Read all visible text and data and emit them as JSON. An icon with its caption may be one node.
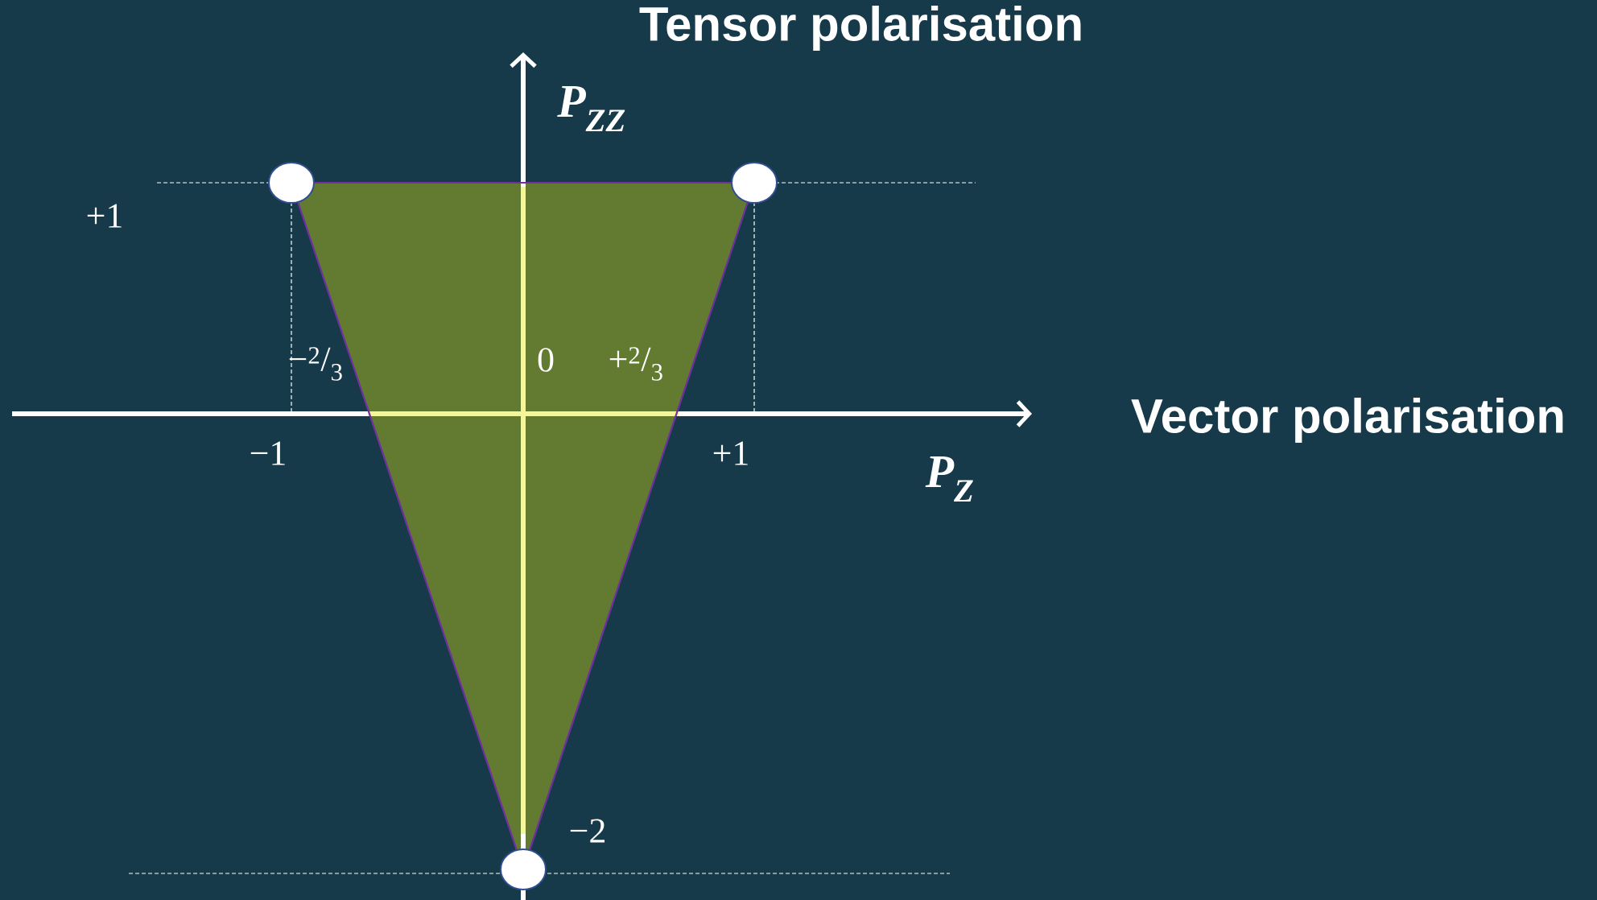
{
  "diagram": {
    "nodes": [
      {
        "text": [],
        "shape": "circle"
      },
      {
        "text": [],
        "shape": "circle"
      },
      {
        "text": [],
        "shape": "circle"
      }
    ],
    "edges": [
      {
        "from": 0,
        "to": 1,
        "arrow": "none",
        "color": "#7030a0"
      },
      {
        "from": 1,
        "to": 2,
        "arrow": "none",
        "color": "#7030a0"
      },
      {
        "from": 2,
        "to": 0,
        "arrow": "none",
        "color": "#7030a0"
      }
    ],
    "labels": [
      "Tensor polarisation",
      "P$_{ZZ}$",
      "+1",
      "−$^{2}$/$_{3}$",
      "0",
      "+$^{2}$/$_{3}$",
      "Vector polarisation",
      "−1",
      "+1",
      "P$_{Z}$",
      "−2"
    ]
  }
}
